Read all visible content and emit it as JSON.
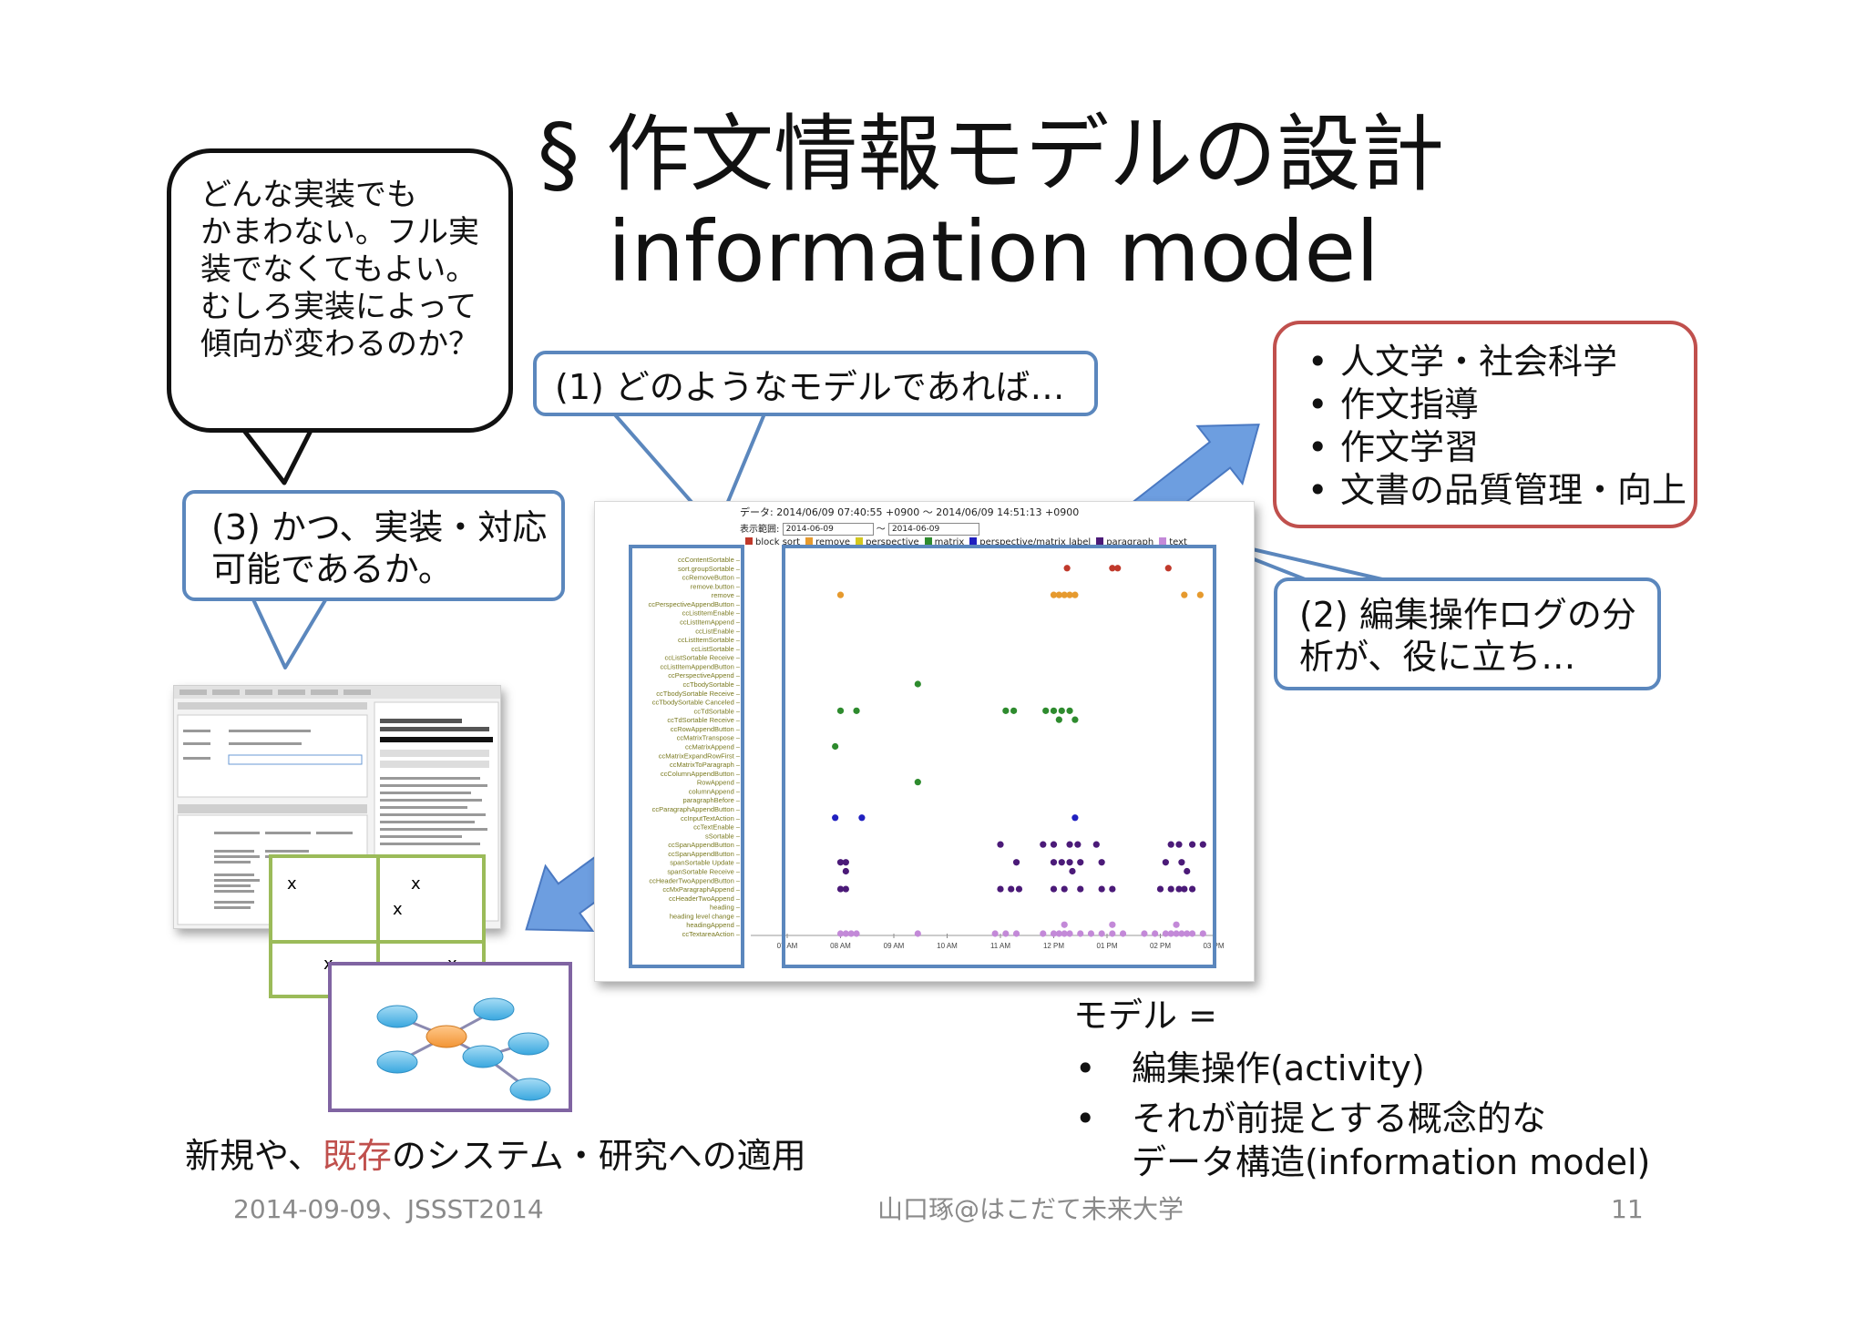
{
  "slide": {
    "title_line1": "§ 作文情報モデルの設計",
    "title_line2": "information model",
    "speech_bubble": "どんな実装でも\nかまわない。フル実\n装でなくてもよい。\nむしろ実装によって\n傾向が変わるのか？",
    "callout_1": "(1) どのようなモデルであれば…",
    "callout_2": "(2) 編集操作ログの分\n析が、役に立ち…",
    "callout_3": "(3) かつ、実装・対応\n可能であるか。",
    "red_box_items": [
      "人文学・社会科学",
      "作文指導",
      "作文学習",
      "文書の品質管理・向上"
    ],
    "bullet_glyph": "•",
    "apply_text_before": "新規や、",
    "apply_text_highlight": "既存",
    "apply_text_after": "のシステム・研究への適用",
    "model_eq": "モデル =",
    "model_bullet_1": "編集操作(activity)",
    "model_bullet_2_line1": "それが前提とする概念的な",
    "model_bullet_2_line2": "データ構造(information model)",
    "footer_left": "2014-09-09、JSSST2014",
    "footer_center": "山口琢@はこだて未来大学",
    "footer_right": "11"
  },
  "chart_header": {
    "data_label": "データ:",
    "start": "2014/06/09 07:40:55 +0900",
    "tilde": "〜",
    "end": "2014/06/09 14:51:13 +0900",
    "range_label": "表示範囲:",
    "range_from": "2014-06-09",
    "range_to": "2014-06-09",
    "legend": [
      {
        "label": "block sort",
        "color": "#c0392b"
      },
      {
        "label": "remove",
        "color": "#e69a2e"
      },
      {
        "label": "perspective",
        "color": "#d4c81e"
      },
      {
        "label": "matrix",
        "color": "#2e8b2e"
      },
      {
        "label": "perspective/matrix label",
        "color": "#2020c0"
      },
      {
        "label": "paragraph",
        "color": "#4b1a78"
      },
      {
        "label": "text",
        "color": "#c389d8"
      }
    ]
  },
  "chart_data": {
    "type": "scatter",
    "categories": [
      "ccContentSortable",
      "sort.groupSortable",
      "ccRemoveButton",
      "remove.button",
      "remove",
      "ccPerspectiveAppendButton",
      "ccListItemEnable",
      "ccListItemAppend",
      "ccListEnable",
      "ccListItemSortable",
      "ccListSortable",
      "ccListSortable Receive",
      "ccListItemAppendButton",
      "ccPerspectiveAppend",
      "ccTbodySortable",
      "ccTbodySortable Receive",
      "ccTbodySortable Canceled",
      "ccTdSortable",
      "ccTdSortable Receive",
      "ccRowAppendButton",
      "ccMatrixTranspose",
      "ccMatrixAppend",
      "ccMatrixExpandRowFirst",
      "ccMatrixToParagraph",
      "ccColumnAppendButton",
      "RowAppend",
      "columnAppend",
      "paragraphBefore",
      "ccParagraphAppendButton",
      "ccInputTextAction",
      "ccTextEnable",
      "sSortable",
      "ccSpanAppendButton",
      "ccSpanAppendButton",
      "spanSortable Update",
      "spanSortable Receive",
      "ccHeaderTwoAppendButton",
      "ccMxParagraphAppend",
      "ccHeaderTwoAppend",
      "heading",
      "heading level change",
      "headingAppend",
      "ccTextareaAction"
    ],
    "x_ticks": [
      "07 AM",
      "08 AM",
      "09 AM",
      "10 AM",
      "11 AM",
      "12 PM",
      "01 PM",
      "02 PM",
      "03 PM"
    ],
    "series": [
      {
        "color": "#c0392b",
        "points": [
          [
            12.25,
            1
          ],
          [
            13.1,
            1
          ],
          [
            13.2,
            1
          ],
          [
            14.15,
            1
          ]
        ]
      },
      {
        "color": "#e69a2e",
        "points": [
          [
            8.0,
            4
          ],
          [
            12.0,
            4
          ],
          [
            12.1,
            4
          ],
          [
            12.2,
            4
          ],
          [
            12.3,
            4
          ],
          [
            12.4,
            4
          ],
          [
            14.45,
            4
          ],
          [
            14.75,
            4
          ]
        ]
      },
      {
        "color": "#2e8b2e",
        "points": [
          [
            9.45,
            14
          ],
          [
            8.0,
            17
          ],
          [
            8.3,
            17
          ],
          [
            11.1,
            17
          ],
          [
            11.25,
            17
          ],
          [
            11.85,
            17
          ],
          [
            12.0,
            17
          ],
          [
            12.15,
            17
          ],
          [
            12.3,
            17
          ],
          [
            12.4,
            18
          ],
          [
            12.1,
            18
          ],
          [
            7.9,
            21
          ],
          [
            9.45,
            25
          ]
        ]
      },
      {
        "color": "#2020c0",
        "points": [
          [
            7.9,
            29
          ],
          [
            8.4,
            29
          ],
          [
            12.4,
            29
          ]
        ]
      },
      {
        "color": "#4b1a78",
        "points": [
          [
            11.0,
            32
          ],
          [
            11.8,
            32
          ],
          [
            12.0,
            32
          ],
          [
            12.3,
            32
          ],
          [
            12.45,
            32
          ],
          [
            12.8,
            32
          ],
          [
            14.2,
            32
          ],
          [
            14.35,
            32
          ],
          [
            14.6,
            32
          ],
          [
            14.8,
            32
          ],
          [
            8.0,
            34
          ],
          [
            8.1,
            34
          ],
          [
            11.3,
            34
          ],
          [
            12.0,
            34
          ],
          [
            12.15,
            34
          ],
          [
            12.3,
            34
          ],
          [
            12.5,
            34
          ],
          [
            12.9,
            34
          ],
          [
            14.1,
            34
          ],
          [
            14.4,
            34
          ],
          [
            8.1,
            35
          ],
          [
            12.35,
            35
          ],
          [
            14.5,
            35
          ],
          [
            8.0,
            37
          ],
          [
            8.1,
            37
          ],
          [
            11.0,
            37
          ],
          [
            11.2,
            37
          ],
          [
            11.35,
            37
          ],
          [
            12.0,
            37
          ],
          [
            12.2,
            37
          ],
          [
            12.5,
            37
          ],
          [
            12.9,
            37
          ],
          [
            13.1,
            37
          ],
          [
            14.0,
            37
          ],
          [
            14.2,
            37
          ],
          [
            14.35,
            37
          ],
          [
            14.45,
            37
          ],
          [
            14.6,
            37
          ]
        ]
      },
      {
        "color": "#c389d8",
        "points": [
          [
            8.0,
            42
          ],
          [
            8.1,
            42
          ],
          [
            8.2,
            42
          ],
          [
            8.3,
            42
          ],
          [
            9.45,
            42
          ],
          [
            10.9,
            42
          ],
          [
            11.1,
            42
          ],
          [
            11.3,
            42
          ],
          [
            11.8,
            42
          ],
          [
            12.0,
            42
          ],
          [
            12.1,
            42
          ],
          [
            12.2,
            42
          ],
          [
            12.3,
            42
          ],
          [
            12.5,
            42
          ],
          [
            12.7,
            42
          ],
          [
            12.9,
            42
          ],
          [
            13.1,
            42
          ],
          [
            13.3,
            42
          ],
          [
            13.7,
            42
          ],
          [
            13.9,
            42
          ],
          [
            14.1,
            42
          ],
          [
            14.2,
            42
          ],
          [
            14.3,
            42
          ],
          [
            14.4,
            42
          ],
          [
            14.5,
            42
          ],
          [
            14.6,
            42
          ],
          [
            14.8,
            42
          ],
          [
            12.2,
            41
          ],
          [
            13.1,
            41
          ],
          [
            14.3,
            41
          ]
        ]
      }
    ],
    "xlim": [
      7,
      15
    ],
    "ylim": [
      0,
      42
    ]
  },
  "editor_shot": {
    "grid_marks": [
      "x",
      "x",
      "x",
      "x",
      "x"
    ]
  }
}
